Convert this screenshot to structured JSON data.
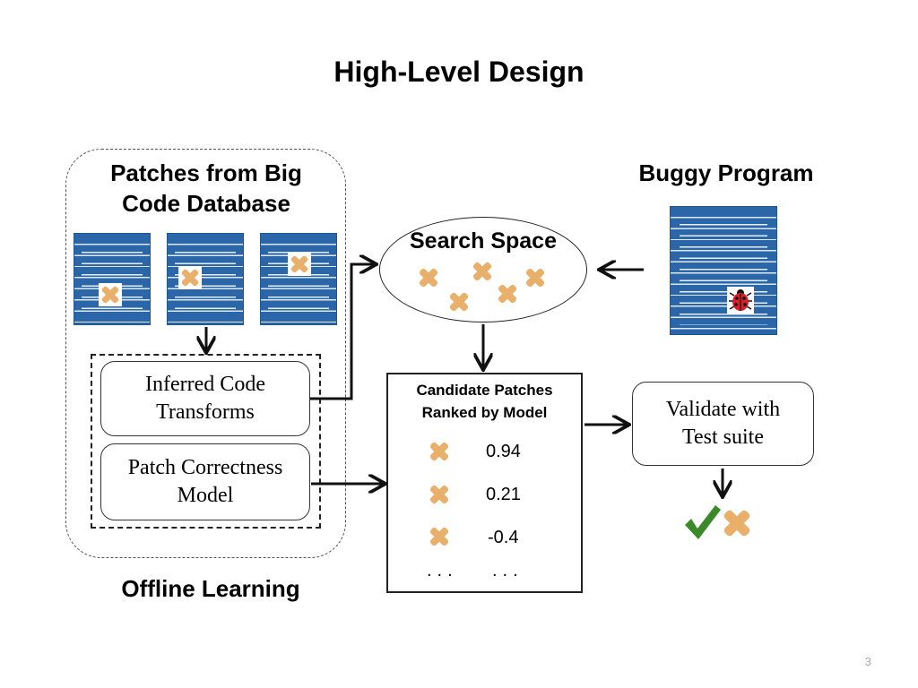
{
  "slide": {
    "title": "High-Level Design",
    "page_number": "3"
  },
  "offline": {
    "heading_line1": "Patches from Big",
    "heading_line2": "Code Database",
    "footer": "Offline Learning",
    "boxes": {
      "inferred_line1": "Inferred Code",
      "inferred_line2": "Transforms",
      "model_line1": "Patch Correctness",
      "model_line2": "Model"
    }
  },
  "search_space": {
    "label": "Search Space"
  },
  "buggy": {
    "heading": "Buggy Program"
  },
  "candidates": {
    "title_line1": "Candidate Patches",
    "title_line2": "Ranked by Model",
    "scores": [
      "0.94",
      "0.21",
      "-0.4"
    ],
    "ellipsis_left": "...",
    "ellipsis_right": "..."
  },
  "validate": {
    "line1": "Validate with",
    "line2": "Test suite"
  },
  "colors": {
    "page_blue": "#2a66a8",
    "patch_orange": "#e8b06a",
    "check_green": "#3a8a2a",
    "ladybug_red": "#d8202a"
  },
  "icons": {
    "patch": "bandage-cross-icon",
    "bug": "ladybug-icon",
    "pass": "checkmark-icon"
  }
}
